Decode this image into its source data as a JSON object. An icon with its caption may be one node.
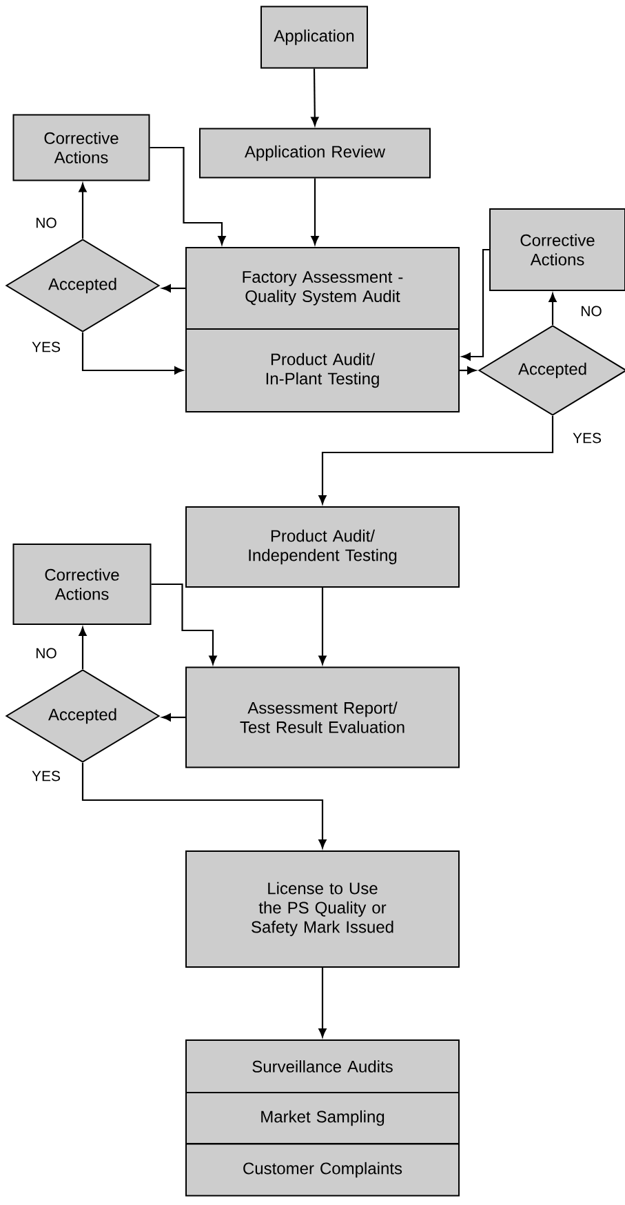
{
  "diagram": {
    "nodes": [
      {
        "text": [
          "Application"
        ]
      },
      {
        "text": [
          "Application Review"
        ]
      },
      {
        "text": [
          "Corrective Actions"
        ]
      },
      {
        "text": [
          "Factory Assessment - Quality System Audit"
        ]
      },
      {
        "text": [
          "Product Audit/ In-Plant Testing"
        ]
      },
      {
        "text": [
          "Accepted"
        ]
      },
      {
        "text": [
          "Corrective Actions"
        ]
      },
      {
        "text": [
          "Accepted"
        ]
      },
      {
        "text": [
          "Product Audit/ Independent Testing"
        ]
      },
      {
        "text": [
          "Corrective Actions"
        ]
      },
      {
        "text": [
          "Assessment Report/ Test Result Evaluation"
        ]
      },
      {
        "text": [
          "Accepted"
        ]
      },
      {
        "text": [
          "License to Use the PS Quality or Safety Mark Issued"
        ]
      },
      {
        "text": [
          "Surveillance Audits"
        ]
      },
      {
        "text": [
          "Market Sampling"
        ]
      },
      {
        "text": [
          "Customer Complaints"
        ]
      }
    ],
    "edges": [
      {
        "from": 0,
        "to": 1,
        "arrow": "to"
      },
      {
        "from": 1,
        "to": 3,
        "arrow": "to"
      },
      {
        "from": 2,
        "to": 3,
        "arrow": "to"
      },
      {
        "from": 3,
        "to": 5,
        "arrow": "to"
      },
      {
        "from": 5,
        "to": 2,
        "arrow": "to",
        "label": "NO"
      },
      {
        "from": 5,
        "to": 4,
        "arrow": "to",
        "label": "YES"
      },
      {
        "from": 6,
        "to": 4,
        "arrow": "to"
      },
      {
        "from": 4,
        "to": 7,
        "arrow": "to"
      },
      {
        "from": 7,
        "to": 6,
        "arrow": "to",
        "label": "NO"
      },
      {
        "from": 7,
        "to": 8,
        "arrow": "to",
        "label": "YES"
      },
      {
        "from": 8,
        "to": 10,
        "arrow": "to"
      },
      {
        "from": 9,
        "to": 10,
        "arrow": "to"
      },
      {
        "from": 10,
        "to": 11,
        "arrow": "to"
      },
      {
        "from": 11,
        "to": 9,
        "arrow": "to",
        "label": "NO"
      },
      {
        "from": 11,
        "to": 12,
        "arrow": "to",
        "label": "YES"
      },
      {
        "from": 12,
        "to": 13,
        "arrow": "to"
      }
    ]
  }
}
